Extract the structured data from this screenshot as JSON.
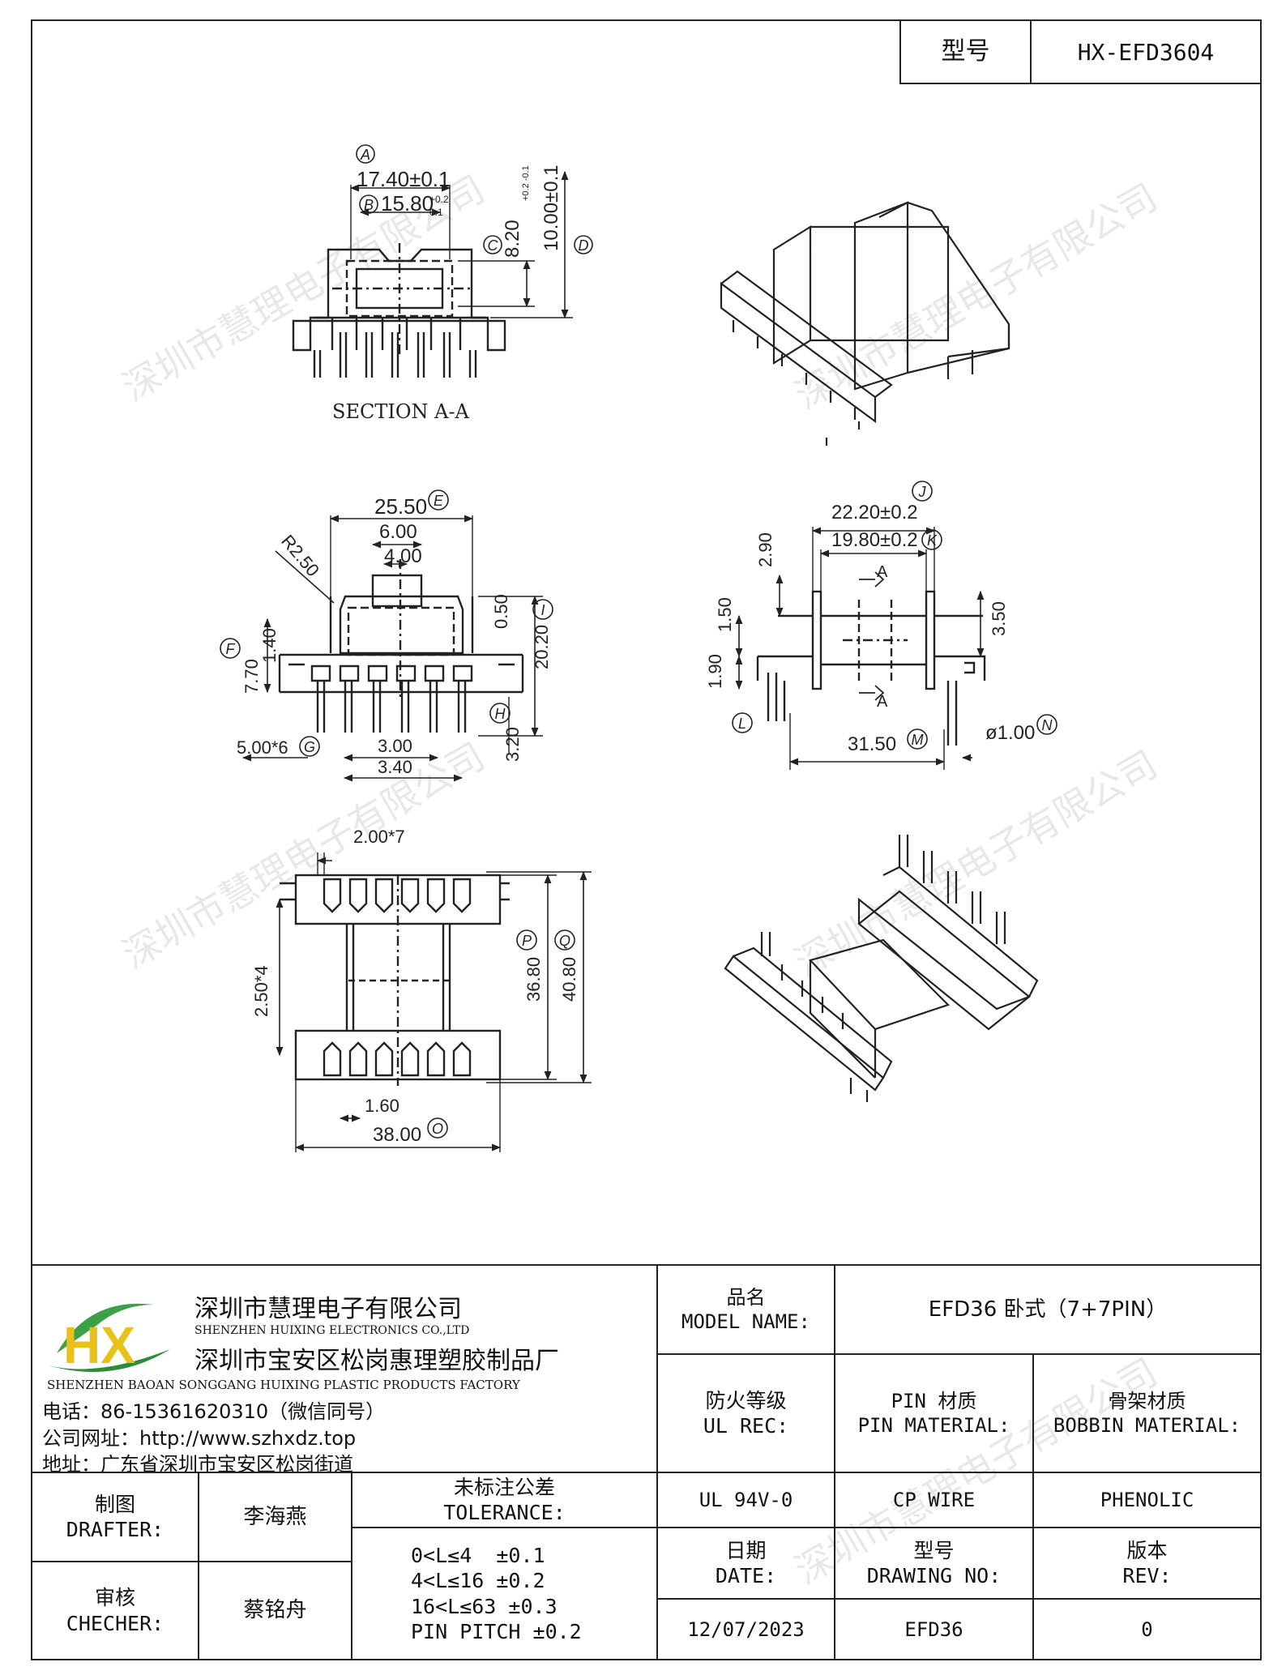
{
  "header": {
    "type_label": "型号",
    "type_value": "HX-EFD3604"
  },
  "watermark": "深圳市慧理电子有限公司",
  "drawings": {
    "section_title": "SECTION A-A",
    "section": {
      "a": "17.40±0.1",
      "b": "15.80",
      "b_tol_top": "+0.2",
      "b_tol_bot": "0.1",
      "c": "8.20",
      "c_tol": "+0.2 -0.1",
      "d": "10.00±0.1",
      "m_a": "A",
      "m_b": "B",
      "m_c": "C",
      "m_d": "D"
    },
    "front": {
      "e": "25.50",
      "w6": "6.00",
      "w4": "4.00",
      "r": "R2.50",
      "h140": "1.40",
      "h770": "7.70",
      "h050": "0.50",
      "h2020": "20.20",
      "pitch": "5.00*6",
      "p300": "3.00",
      "p340": "3.40",
      "h320": "3.20",
      "m_e": "E",
      "m_f": "F",
      "m_g": "G",
      "m_h": "H",
      "m_i": "I"
    },
    "side": {
      "j": "22.20±0.2",
      "k": "19.80±0.2",
      "h290": "2.90",
      "h150": "1.50",
      "h190": "1.90",
      "h350": "3.50",
      "m": "31.50",
      "n": "ø1.00",
      "sec": "A",
      "m_j": "J",
      "m_k": "K",
      "m_l": "L",
      "m_m": "M",
      "m_n": "N"
    },
    "bottom": {
      "pitch": "2.00*7",
      "h250": "2.50*4",
      "p": "36.80",
      "q": "40.80",
      "w160": "1.60",
      "o": "38.00",
      "m_p": "P",
      "m_q": "Q",
      "m_o": "O"
    }
  },
  "company": {
    "logo_text": "HX",
    "name_cn": "深圳市慧理电子有限公司",
    "name_en": "SHENZHEN HUIXING ELECTRONICS CO.,LTD",
    "factory_cn": "深圳市宝安区松岗惠理塑胶制品厂",
    "factory_en": "SHENZHEN BAOAN SONGGANG HUIXING PLASTIC PRODUCTS FACTORY",
    "phone": "电话：86-15361620310（微信同号）",
    "website": "公司网址：http://www.szhxdz.top",
    "address": "地址：广东省深圳市宝安区松岗街道"
  },
  "title_block": {
    "model_name_cn": "品名",
    "model_name_en": "MODEL NAME:",
    "model_name_value": "EFD36 卧式（7+7PIN）",
    "fire_cn": "防火等级",
    "fire_en": "UL REC:",
    "pin_cn": "PIN 材质",
    "pin_en": "PIN MATERIAL:",
    "bobbin_cn": "骨架材质",
    "bobbin_en": "BOBBIN MATERIAL:",
    "fire_value": "UL 94V-0",
    "pin_value": "CP WIRE",
    "bobbin_value": "PHENOLIC",
    "drafter_cn": "制图",
    "drafter_en": "DRAFTER:",
    "drafter_name": "李海燕",
    "checker_cn": "审核",
    "checker_en": "CHECHER:",
    "checker_name": "蔡铭舟",
    "tol_cn": "未标注公差",
    "tol_en": "TOLERANCE:",
    "tol_lines": [
      "0<L≤4  ±0.1",
      "4<L≤16 ±0.2",
      "16<L≤63 ±0.3",
      "PIN PITCH ±0.2"
    ],
    "date_cn": "日期",
    "date_en": "DATE:",
    "date_value": "12/07/2023",
    "dwg_cn": "型号",
    "dwg_en": "DRAWING NO:",
    "dwg_value": "EFD36",
    "rev_cn": "版本",
    "rev_en": "REV:",
    "rev_value": "0"
  }
}
